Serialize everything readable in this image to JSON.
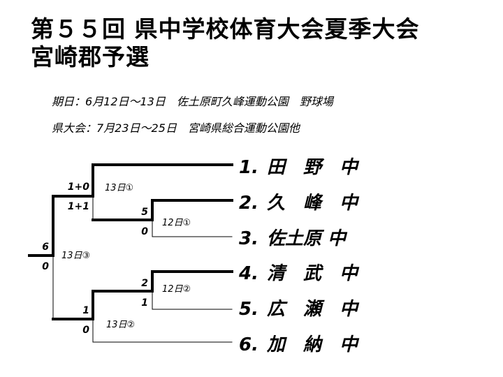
{
  "title": {
    "line1": "第５５回 県中学校体育大会夏季大会",
    "line2": "宮崎郡予選"
  },
  "info": {
    "schedule": "期日：6月12日～13日　佐土原町久峰運動公園　野球場",
    "prefectural": "県大会：7月23日～25日　宮崎県総合運動公園他"
  },
  "teams": [
    {
      "rank": "1.",
      "name": "田　野　中"
    },
    {
      "rank": "2.",
      "name": "久　峰　中"
    },
    {
      "rank": "3.",
      "name": "佐土原 中"
    },
    {
      "rank": "4.",
      "name": "清　武　中"
    },
    {
      "rank": "5.",
      "name": "広　瀬　中"
    },
    {
      "rank": "6.",
      "name": "加　納　中"
    }
  ],
  "games": {
    "g12_1": {
      "date": "12日①",
      "top": "5",
      "bottom": "0"
    },
    "g12_2": {
      "date": "12日②",
      "top": "2",
      "bottom": "1"
    },
    "g13_1": {
      "date": "13日①",
      "top": "1+0",
      "bottom": "1+1"
    },
    "g13_2": {
      "date": "13日②",
      "top": "1",
      "bottom": "0"
    },
    "g13_3": {
      "date": "13日③",
      "top": "6",
      "bottom": "0"
    }
  }
}
